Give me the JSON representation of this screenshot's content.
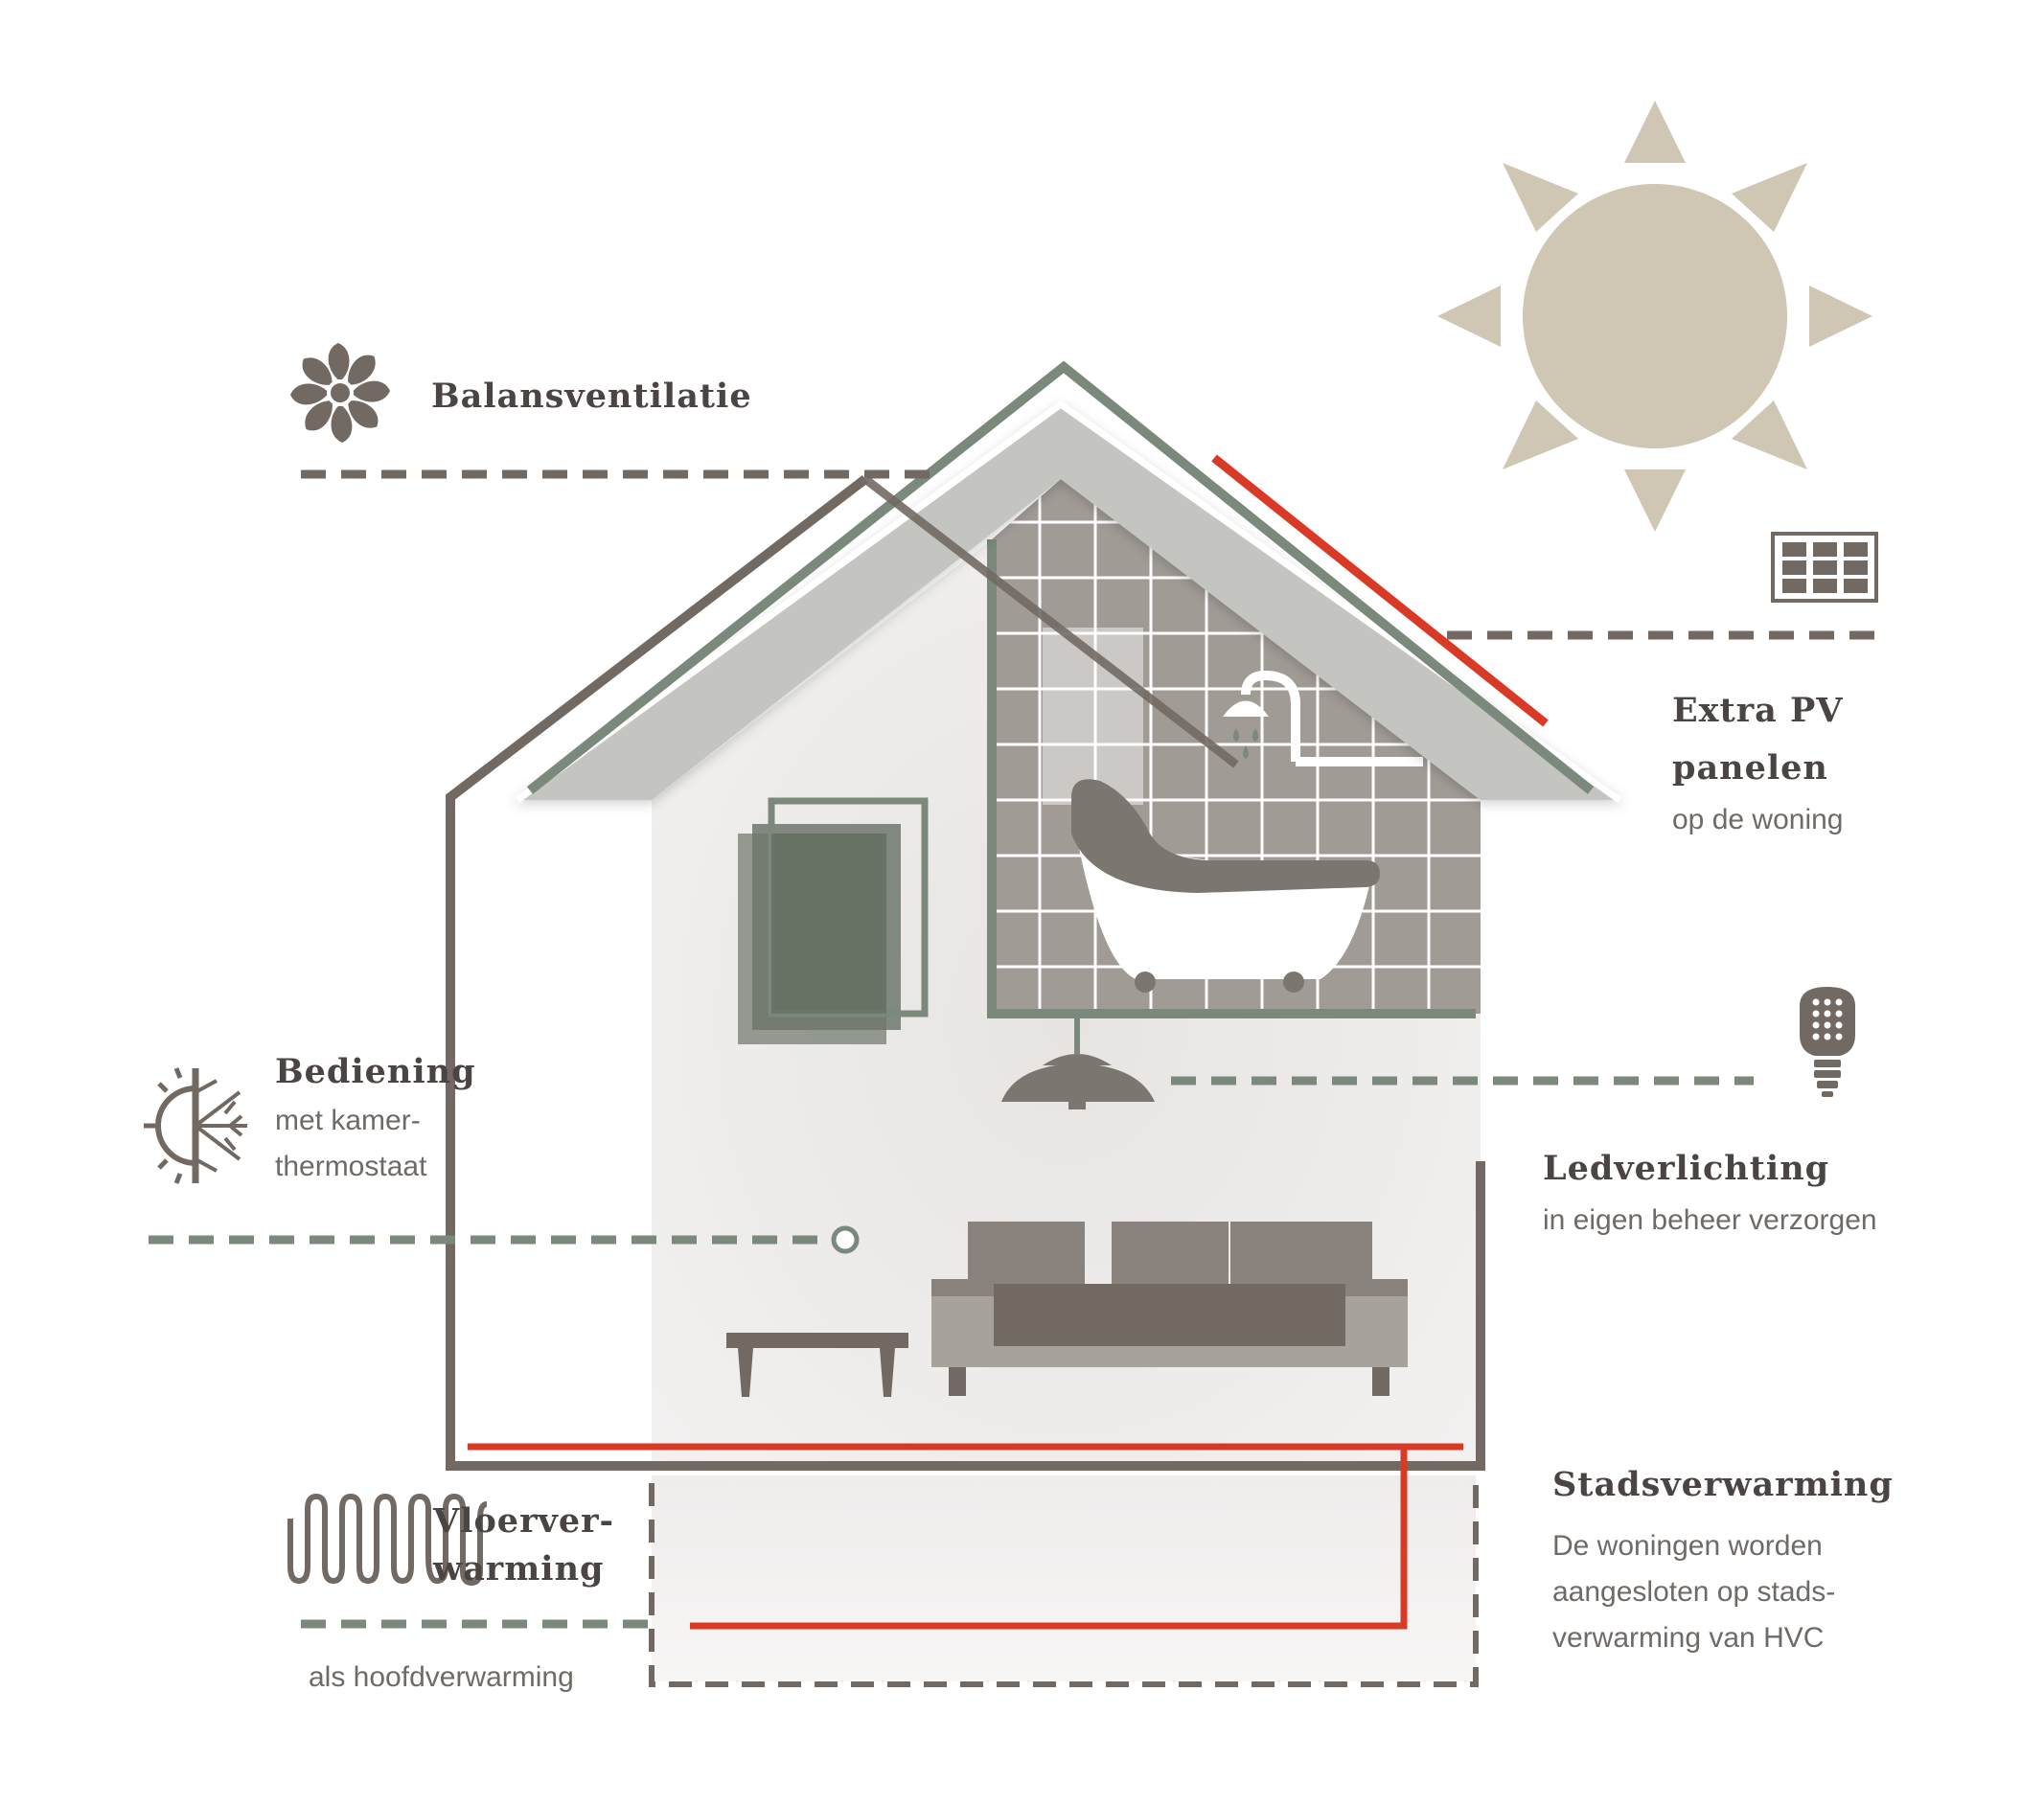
{
  "colors": {
    "warm_gray": "#726963",
    "sage_green": "#7b897c",
    "red": "#d93a26",
    "sun": "#cfc6b4",
    "roof_fill": "#c4c5c0",
    "tile_fill": "#a19b96",
    "furniture": "#8a837d"
  },
  "icons": [
    "fan-icon",
    "sun-icon",
    "solar-panel-icon",
    "led-bulb-icon",
    "thermostat-icon",
    "floor-heating-icon",
    "shower-icon",
    "bathtub-icon",
    "ceiling-lamp-icon",
    "sofa-icon",
    "table-icon",
    "window-icon"
  ],
  "labels": {
    "ventilation": {
      "title": "Balansventilatie"
    },
    "pv": {
      "title_line1": "Extra PV",
      "title_line2": "panelen",
      "subtitle": "op de woning"
    },
    "control": {
      "title": "Bediening",
      "subtitle_line1": "met kamer-",
      "subtitle_line2": "thermostaat"
    },
    "led": {
      "title": "Ledverlichting",
      "subtitle": "in eigen beheer verzorgen"
    },
    "floor_heating": {
      "title_line1": "Vloerver-",
      "title_line2": "warming",
      "subtitle": "als hoofdverwarming"
    },
    "district_heating": {
      "title": "Stadsverwarming",
      "subtitle_line1": "De woningen worden",
      "subtitle_line2": "aangesloten op stads-",
      "subtitle_line3": "verwarming van HVC"
    }
  }
}
